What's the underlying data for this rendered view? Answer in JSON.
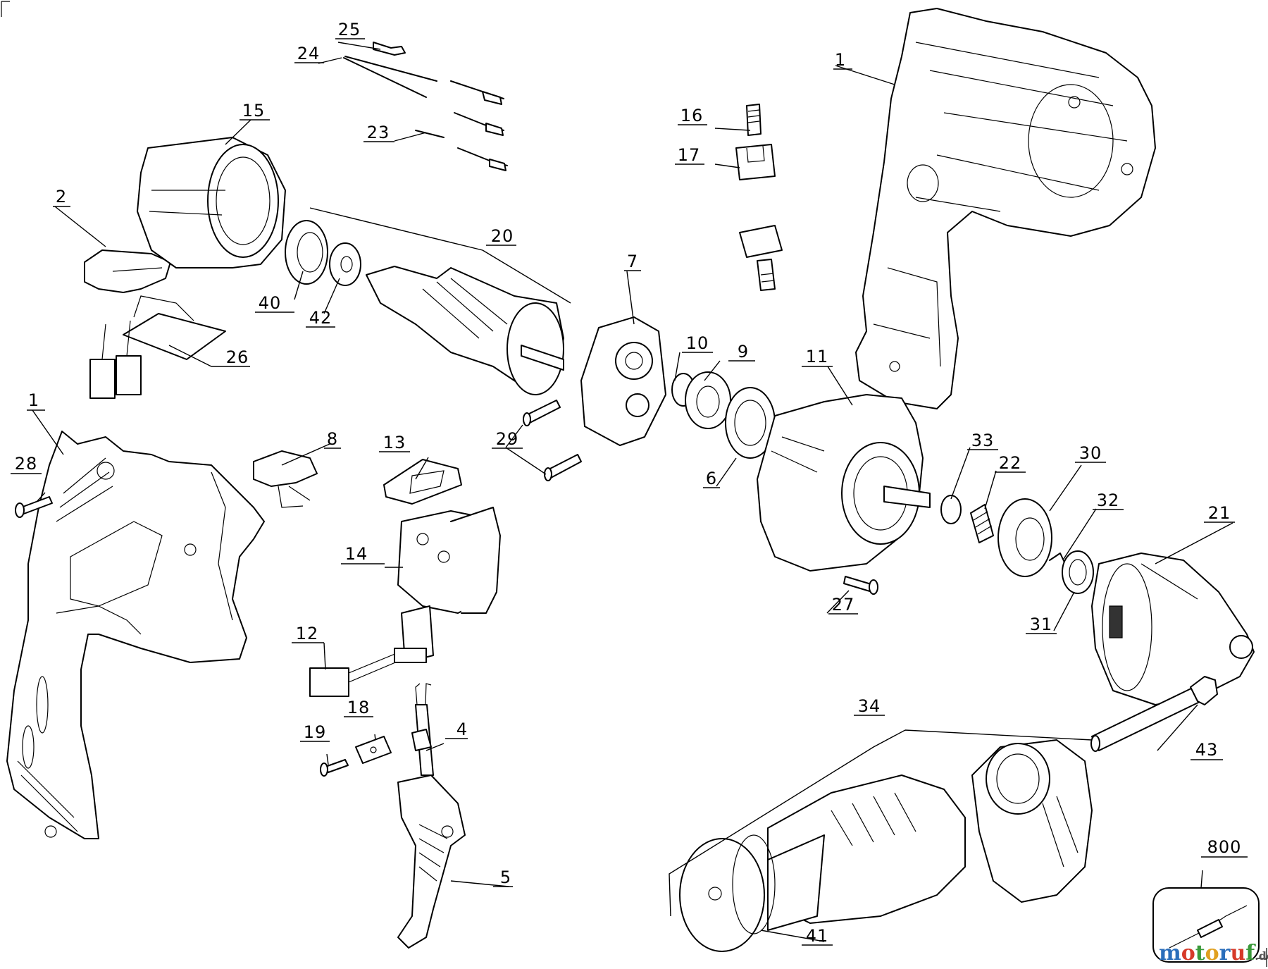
{
  "callouts": [
    {
      "id": "c1a",
      "text": "1"
    },
    {
      "id": "c1b",
      "text": "1"
    },
    {
      "id": "c2",
      "text": "2"
    },
    {
      "id": "c4",
      "text": "4"
    },
    {
      "id": "c5",
      "text": "5"
    },
    {
      "id": "c6",
      "text": "6"
    },
    {
      "id": "c7",
      "text": "7"
    },
    {
      "id": "c8",
      "text": "8"
    },
    {
      "id": "c9",
      "text": "9"
    },
    {
      "id": "c10",
      "text": "10"
    },
    {
      "id": "c11",
      "text": "11"
    },
    {
      "id": "c12",
      "text": "12"
    },
    {
      "id": "c13",
      "text": "13"
    },
    {
      "id": "c14",
      "text": "14"
    },
    {
      "id": "c15",
      "text": "15"
    },
    {
      "id": "c16",
      "text": "16"
    },
    {
      "id": "c17",
      "text": "17"
    },
    {
      "id": "c18",
      "text": "18"
    },
    {
      "id": "c19",
      "text": "19"
    },
    {
      "id": "c20",
      "text": "20"
    },
    {
      "id": "c21",
      "text": "21"
    },
    {
      "id": "c22",
      "text": "22"
    },
    {
      "id": "c23",
      "text": "23"
    },
    {
      "id": "c24",
      "text": "24"
    },
    {
      "id": "c25",
      "text": "25"
    },
    {
      "id": "c26",
      "text": "26"
    },
    {
      "id": "c27",
      "text": "27"
    },
    {
      "id": "c28",
      "text": "28"
    },
    {
      "id": "c29",
      "text": "29"
    },
    {
      "id": "c30",
      "text": "30"
    },
    {
      "id": "c31",
      "text": "31"
    },
    {
      "id": "c32",
      "text": "32"
    },
    {
      "id": "c33",
      "text": "33"
    },
    {
      "id": "c34",
      "text": "34"
    },
    {
      "id": "c40",
      "text": "40"
    },
    {
      "id": "c41",
      "text": "41"
    },
    {
      "id": "c42",
      "text": "42"
    },
    {
      "id": "c43",
      "text": "43"
    },
    {
      "id": "c800",
      "text": "800"
    }
  ],
  "watermark": {
    "text": "motoruf",
    "suffix": ".de",
    "colors": [
      "#2a6ebb",
      "#d63a2a",
      "#3a9a3a",
      "#e0a020"
    ]
  }
}
